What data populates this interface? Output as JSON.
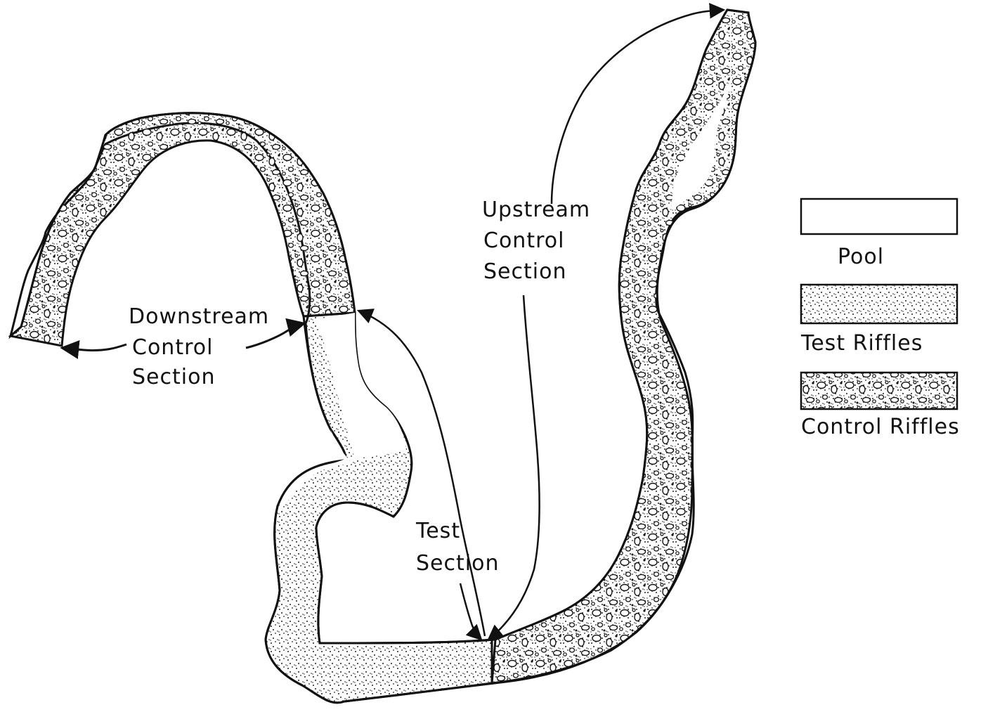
{
  "labels": {
    "downstream": [
      "Downstream",
      "Control",
      "Section"
    ],
    "upstream": [
      "Upstream",
      "Control",
      "Section"
    ],
    "test": [
      "Test",
      "Section"
    ]
  },
  "legend": {
    "pool": "Pool",
    "test_riffles": "Test Riffles",
    "control_riffles": "Control Riffles"
  },
  "colors": {
    "ink": "#111111",
    "paper": "#ffffff"
  }
}
